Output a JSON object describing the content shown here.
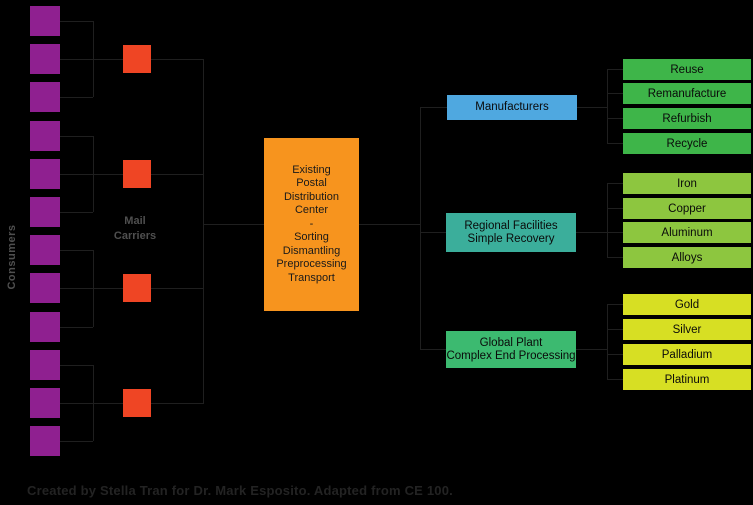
{
  "diagram": {
    "consumers_label": "Consumers",
    "mail_carriers_label": "Mail\nCarriers",
    "center_box_label": "Existing\nPostal\nDistribution\nCenter\n-\nSorting\nDismantling\nPreprocessing\nTransport",
    "credit": "Created by Stella Tran for Dr. Mark Esposito. Adapted from CE 100.",
    "consumer_count": 12,
    "mail_carrier_count": 4,
    "branches": [
      {
        "label": "Manufacturers",
        "box_color": "#4FA8E0",
        "item_color": "#3EB549",
        "items": [
          "Reuse",
          "Remanufacture",
          "Refurbish",
          "Recycle"
        ]
      },
      {
        "label": "Regional Facilities\nSimple Recovery",
        "box_color": "#3BAE9B",
        "item_color": "#8DC63F",
        "items": [
          "Iron",
          "Copper",
          "Aluminum",
          "Alloys"
        ]
      },
      {
        "label": "Global Plant\nComplex End Processing",
        "box_color": "#3CBA70",
        "item_color": "#D7DF23",
        "items": [
          "Gold",
          "Silver",
          "Palladium",
          "Platinum"
        ]
      }
    ],
    "colors": {
      "background": "#000000",
      "consumer_square": "#8F2090",
      "mail_carrier_square": "#EF4524",
      "center_box": "#F7941E",
      "connector_line": "#1F1F1F",
      "label_text": "#4F4F4F",
      "credit_text": "#232323"
    }
  }
}
